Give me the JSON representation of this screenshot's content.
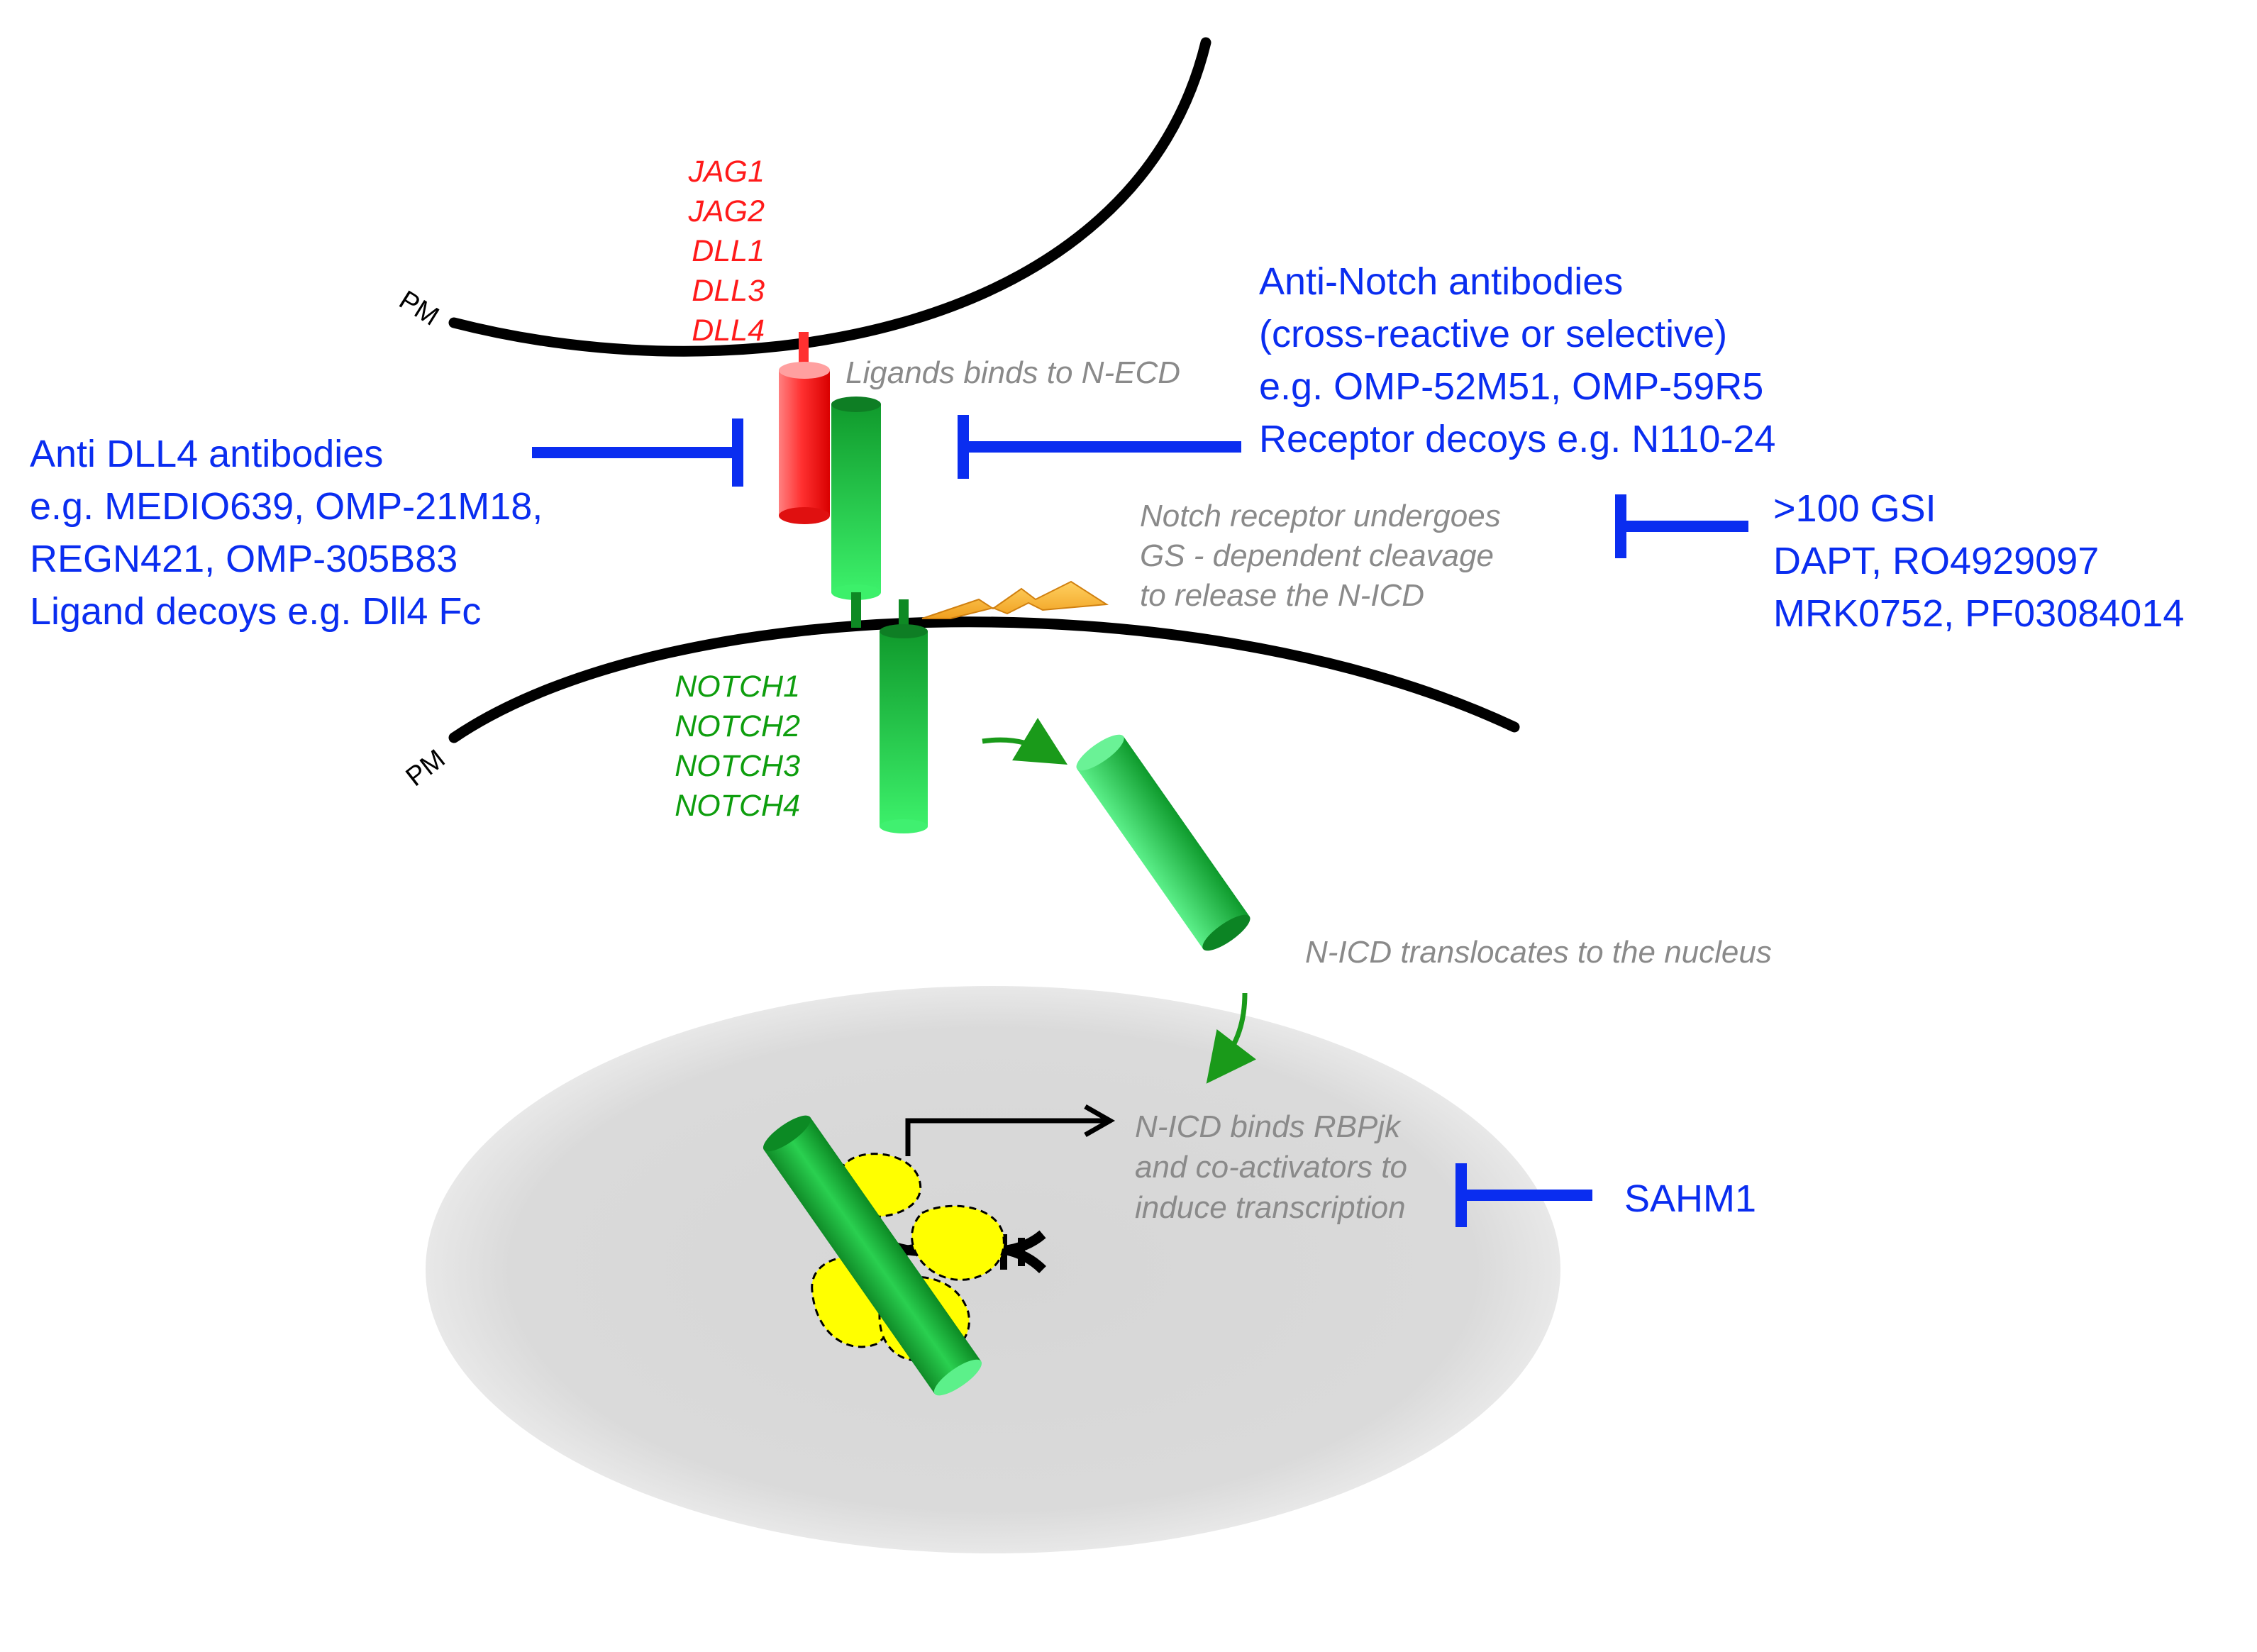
{
  "labels": {
    "pm_top": "PM",
    "pm_bottom": "PM",
    "ligands": [
      "JAG1",
      "JAG2",
      "DLL1",
      "DLL3",
      "DLL4"
    ],
    "receptors": [
      "NOTCH1",
      "NOTCH2",
      "NOTCH3",
      "NOTCH4"
    ],
    "step_ligand_binding": "Ligands binds to N-ECD",
    "step_cleavage": [
      "Notch receptor undergoes",
      "GS - dependent cleavage",
      "to release the N-ICD"
    ],
    "step_translocation": "N-ICD translocates to the nucleus",
    "step_transcription": [
      "N-ICD binds RBPjk",
      "and co-activators to",
      "induce transcription"
    ]
  },
  "inhibitors": {
    "anti_dll4": [
      "Anti DLL4 antibodies",
      "e.g. MEDIO639, OMP-21M18,",
      "REGN421, OMP-305B83",
      "Ligand decoys e.g. Dll4 Fc"
    ],
    "anti_notch": [
      "Anti-Notch antibodies",
      "(cross-reactive or selective)",
      "e.g. OMP-52M51, OMP-59R5",
      "Receptor decoys e.g. N110-24"
    ],
    "gsi": [
      ">100 GSI",
      "DAPT, RO4929097",
      "MRK0752, PF03084014"
    ],
    "sahm1": "SAHM1"
  },
  "colors": {
    "inhibitor_blue": "#0a2df0",
    "ligand_red": "#ff1a1a",
    "receptor_green": "#0e9e0e",
    "annotation_grey": "#8a8a8a",
    "nucleus_grey": "#d9d9d9",
    "cofactor_yellow": "#ffff00"
  }
}
